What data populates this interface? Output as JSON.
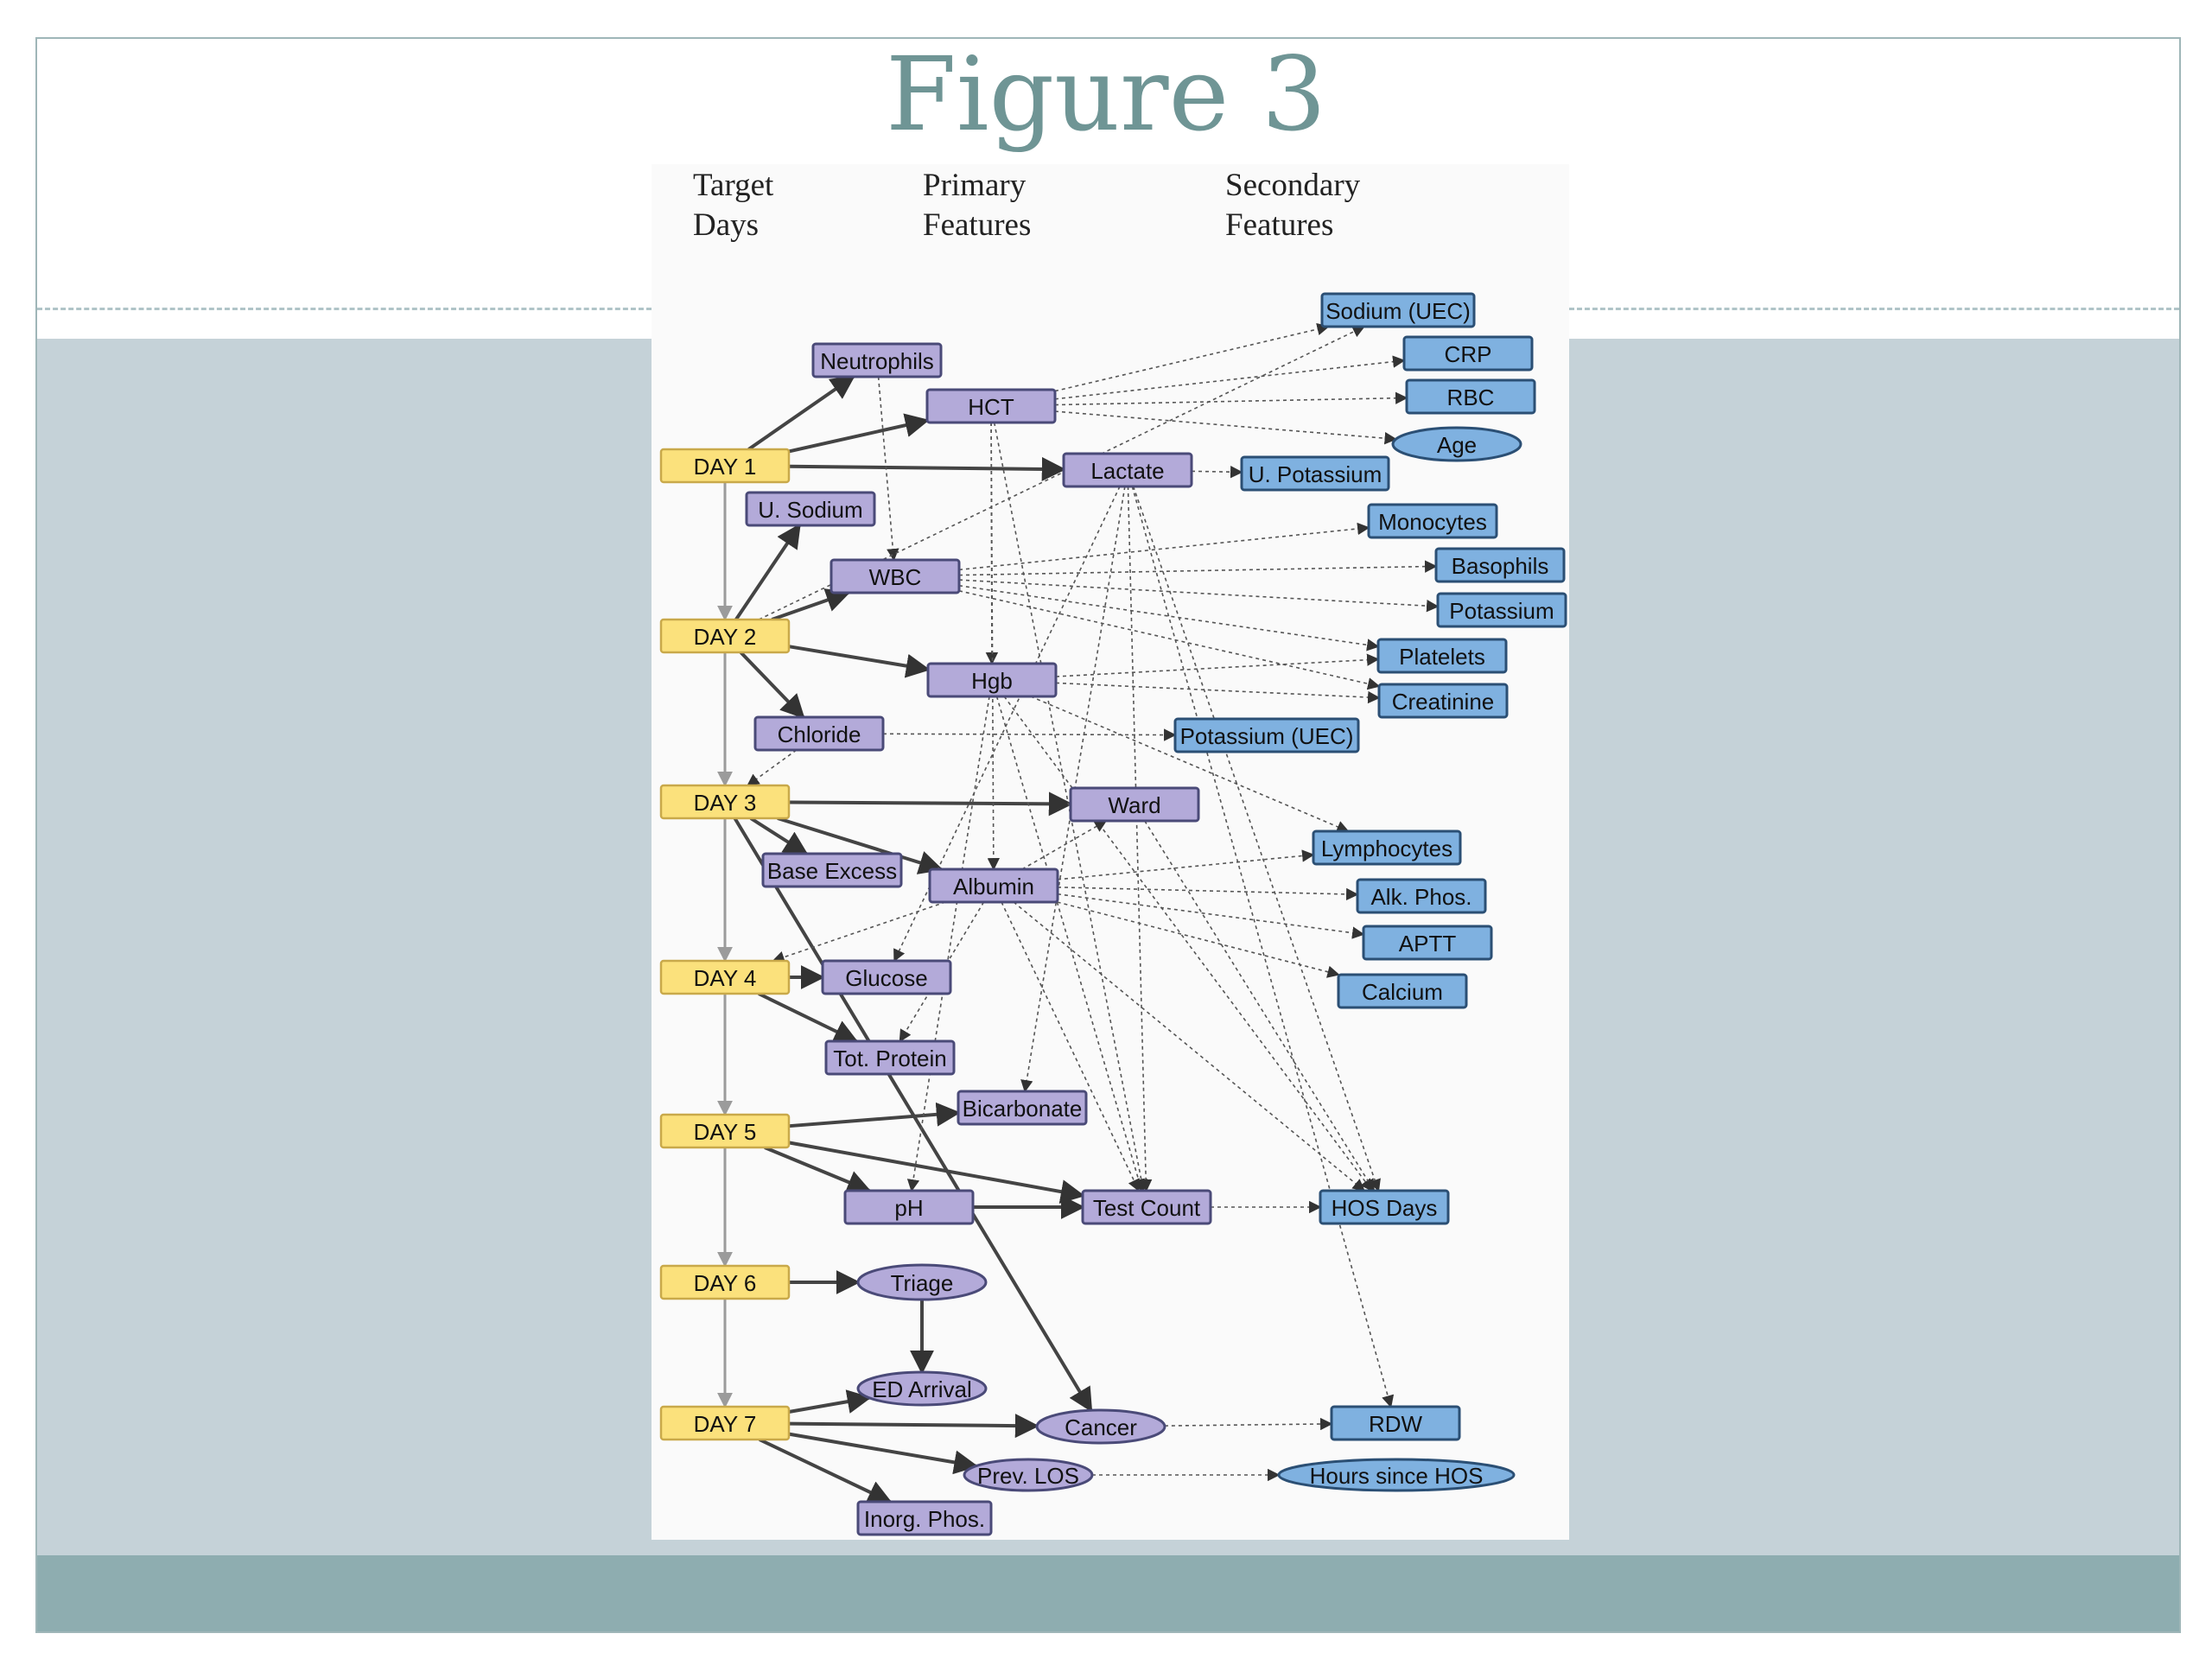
{
  "title": "Figure 3",
  "columns": {
    "target": [
      "Target",
      "Days"
    ],
    "primary": [
      "Primary",
      "Features"
    ],
    "secondary": [
      "Secondary",
      "Features"
    ]
  },
  "colors": {
    "day_fill": "#fbe17c",
    "primary_fill": "#b3aad9",
    "secondary_fill": "#7fb1e0",
    "title_color": "#6f9595"
  },
  "nodes": [
    {
      "id": "day1",
      "label": "DAY 1",
      "kind": "day",
      "shape": "rect"
    },
    {
      "id": "day2",
      "label": "DAY 2",
      "kind": "day",
      "shape": "rect"
    },
    {
      "id": "day3",
      "label": "DAY 3",
      "kind": "day",
      "shape": "rect"
    },
    {
      "id": "day4",
      "label": "DAY 4",
      "kind": "day",
      "shape": "rect"
    },
    {
      "id": "day5",
      "label": "DAY 5",
      "kind": "day",
      "shape": "rect"
    },
    {
      "id": "day6",
      "label": "DAY 6",
      "kind": "day",
      "shape": "rect"
    },
    {
      "id": "day7",
      "label": "DAY 7",
      "kind": "day",
      "shape": "rect"
    },
    {
      "id": "neutrophils",
      "label": "Neutrophils",
      "kind": "primary",
      "shape": "rect"
    },
    {
      "id": "hct",
      "label": "HCT",
      "kind": "primary",
      "shape": "rect"
    },
    {
      "id": "lactate",
      "label": "Lactate",
      "kind": "primary",
      "shape": "rect"
    },
    {
      "id": "usodium",
      "label": "U. Sodium",
      "kind": "primary",
      "shape": "rect"
    },
    {
      "id": "wbc",
      "label": "WBC",
      "kind": "primary",
      "shape": "rect"
    },
    {
      "id": "hgb",
      "label": "Hgb",
      "kind": "primary",
      "shape": "rect"
    },
    {
      "id": "chloride",
      "label": "Chloride",
      "kind": "primary",
      "shape": "rect"
    },
    {
      "id": "ward",
      "label": "Ward",
      "kind": "primary",
      "shape": "rect"
    },
    {
      "id": "baseexcess",
      "label": "Base Excess",
      "kind": "primary",
      "shape": "rect"
    },
    {
      "id": "albumin",
      "label": "Albumin",
      "kind": "primary",
      "shape": "rect"
    },
    {
      "id": "glucose",
      "label": "Glucose",
      "kind": "primary",
      "shape": "rect"
    },
    {
      "id": "totprotein",
      "label": "Tot. Protein",
      "kind": "primary",
      "shape": "rect"
    },
    {
      "id": "bicarbonate",
      "label": "Bicarbonate",
      "kind": "primary",
      "shape": "rect"
    },
    {
      "id": "ph",
      "label": "pH",
      "kind": "primary",
      "shape": "rect"
    },
    {
      "id": "testcount",
      "label": "Test Count",
      "kind": "primary",
      "shape": "rect"
    },
    {
      "id": "triage",
      "label": "Triage",
      "kind": "primary",
      "shape": "ellipse"
    },
    {
      "id": "edarrival",
      "label": "ED Arrival",
      "kind": "primary",
      "shape": "ellipse"
    },
    {
      "id": "cancer",
      "label": "Cancer",
      "kind": "primary",
      "shape": "ellipse"
    },
    {
      "id": "prevlos",
      "label": "Prev. LOS",
      "kind": "primary",
      "shape": "ellipse"
    },
    {
      "id": "inorgphos",
      "label": "Inorg. Phos.",
      "kind": "primary",
      "shape": "rect"
    },
    {
      "id": "sodiumuec",
      "label": "Sodium (UEC)",
      "kind": "secondary",
      "shape": "rect"
    },
    {
      "id": "crp",
      "label": "CRP",
      "kind": "secondary",
      "shape": "rect"
    },
    {
      "id": "rbc",
      "label": "RBC",
      "kind": "secondary",
      "shape": "rect"
    },
    {
      "id": "age",
      "label": "Age",
      "kind": "secondary",
      "shape": "ellipse"
    },
    {
      "id": "upotassium",
      "label": "U. Potassium",
      "kind": "secondary",
      "shape": "rect"
    },
    {
      "id": "monocytes",
      "label": "Monocytes",
      "kind": "secondary",
      "shape": "rect"
    },
    {
      "id": "basophils",
      "label": "Basophils",
      "kind": "secondary",
      "shape": "rect"
    },
    {
      "id": "potassium",
      "label": "Potassium",
      "kind": "secondary",
      "shape": "rect"
    },
    {
      "id": "platelets",
      "label": "Platelets",
      "kind": "secondary",
      "shape": "rect"
    },
    {
      "id": "creatinine",
      "label": "Creatinine",
      "kind": "secondary",
      "shape": "rect"
    },
    {
      "id": "potassiumuec",
      "label": "Potassium (UEC)",
      "kind": "secondary",
      "shape": "rect"
    },
    {
      "id": "lymphocytes",
      "label": "Lymphocytes",
      "kind": "secondary",
      "shape": "rect"
    },
    {
      "id": "alkphos",
      "label": "Alk. Phos.",
      "kind": "secondary",
      "shape": "rect"
    },
    {
      "id": "aptt",
      "label": "APTT",
      "kind": "secondary",
      "shape": "rect"
    },
    {
      "id": "calcium",
      "label": "Calcium",
      "kind": "secondary",
      "shape": "rect"
    },
    {
      "id": "hosdays",
      "label": "HOS Days",
      "kind": "secondary",
      "shape": "rect"
    },
    {
      "id": "rdw",
      "label": "RDW",
      "kind": "secondary",
      "shape": "rect"
    },
    {
      "id": "hourssincehos",
      "label": "Hours since HOS",
      "kind": "secondary",
      "shape": "ellipse"
    }
  ],
  "edges": [
    {
      "from": "day1",
      "to": "day2",
      "style": "day"
    },
    {
      "from": "day2",
      "to": "day3",
      "style": "day"
    },
    {
      "from": "day3",
      "to": "day4",
      "style": "day"
    },
    {
      "from": "day4",
      "to": "day5",
      "style": "day"
    },
    {
      "from": "day5",
      "to": "day6",
      "style": "day"
    },
    {
      "from": "day6",
      "to": "day7",
      "style": "day"
    },
    {
      "from": "day1",
      "to": "neutrophils",
      "style": "bold"
    },
    {
      "from": "day1",
      "to": "hct",
      "style": "bold"
    },
    {
      "from": "day1",
      "to": "lactate",
      "style": "bold"
    },
    {
      "from": "day2",
      "to": "usodium",
      "style": "bold"
    },
    {
      "from": "day2",
      "to": "wbc",
      "style": "bold"
    },
    {
      "from": "day2",
      "to": "hgb",
      "style": "bold"
    },
    {
      "from": "day2",
      "to": "chloride",
      "style": "bold"
    },
    {
      "from": "day3",
      "to": "ward",
      "style": "bold"
    },
    {
      "from": "day3",
      "to": "baseexcess",
      "style": "bold"
    },
    {
      "from": "day3",
      "to": "albumin",
      "style": "bold"
    },
    {
      "from": "day3",
      "to": "cancer",
      "style": "bold"
    },
    {
      "from": "day4",
      "to": "glucose",
      "style": "bold"
    },
    {
      "from": "day4",
      "to": "totprotein",
      "style": "bold"
    },
    {
      "from": "day5",
      "to": "bicarbonate",
      "style": "bold"
    },
    {
      "from": "day5",
      "to": "ph",
      "style": "bold"
    },
    {
      "from": "day5",
      "to": "testcount",
      "style": "bold"
    },
    {
      "from": "ph",
      "to": "testcount",
      "style": "bold"
    },
    {
      "from": "day6",
      "to": "triage",
      "style": "bold"
    },
    {
      "from": "triage",
      "to": "edarrival",
      "style": "bold"
    },
    {
      "from": "day7",
      "to": "edarrival",
      "style": "bold"
    },
    {
      "from": "day7",
      "to": "cancer",
      "style": "bold"
    },
    {
      "from": "day7",
      "to": "prevlos",
      "style": "bold"
    },
    {
      "from": "day7",
      "to": "inorgphos",
      "style": "bold"
    },
    {
      "from": "lactate",
      "to": "upotassium",
      "style": "dot"
    },
    {
      "from": "hct",
      "to": "sodiumuec",
      "style": "dot"
    },
    {
      "from": "hct",
      "to": "crp",
      "style": "dot"
    },
    {
      "from": "hct",
      "to": "rbc",
      "style": "dot"
    },
    {
      "from": "hct",
      "to": "age",
      "style": "dot"
    },
    {
      "from": "hct",
      "to": "hgb",
      "style": "dot"
    },
    {
      "from": "hct",
      "to": "albumin",
      "style": "dot"
    },
    {
      "from": "hct",
      "to": "testcount",
      "style": "dot"
    },
    {
      "from": "neutrophils",
      "to": "wbc",
      "style": "dot"
    },
    {
      "from": "wbc",
      "to": "monocytes",
      "style": "dot"
    },
    {
      "from": "wbc",
      "to": "basophils",
      "style": "dot"
    },
    {
      "from": "wbc",
      "to": "potassium",
      "style": "dot"
    },
    {
      "from": "wbc",
      "to": "platelets",
      "style": "dot"
    },
    {
      "from": "wbc",
      "to": "creatinine",
      "style": "dot"
    },
    {
      "from": "hgb",
      "to": "platelets",
      "style": "dot"
    },
    {
      "from": "hgb",
      "to": "creatinine",
      "style": "dot"
    },
    {
      "from": "hgb",
      "to": "lymphocytes",
      "style": "dot"
    },
    {
      "from": "hgb",
      "to": "hosdays",
      "style": "dot"
    },
    {
      "from": "hgb",
      "to": "ph",
      "style": "dot"
    },
    {
      "from": "hgb",
      "to": "testcount",
      "style": "dot"
    },
    {
      "from": "chloride",
      "to": "potassiumuec",
      "style": "dot"
    },
    {
      "from": "chloride",
      "to": "day3",
      "style": "dot"
    },
    {
      "from": "day2",
      "to": "sodiumuec",
      "style": "dot"
    },
    {
      "from": "lactate",
      "to": "testcount",
      "style": "dot"
    },
    {
      "from": "lactate",
      "to": "hosdays",
      "style": "dot"
    },
    {
      "from": "lactate",
      "to": "glucose",
      "style": "dot"
    },
    {
      "from": "lactate",
      "to": "bicarbonate",
      "style": "dot"
    },
    {
      "from": "lactate",
      "to": "rdw",
      "style": "dot"
    },
    {
      "from": "albumin",
      "to": "ward",
      "style": "dot"
    },
    {
      "from": "albumin",
      "to": "lymphocytes",
      "style": "dot"
    },
    {
      "from": "albumin",
      "to": "alkphos",
      "style": "dot"
    },
    {
      "from": "albumin",
      "to": "aptt",
      "style": "dot"
    },
    {
      "from": "albumin",
      "to": "calcium",
      "style": "dot"
    },
    {
      "from": "albumin",
      "to": "hosdays",
      "style": "dot"
    },
    {
      "from": "albumin",
      "to": "totprotein",
      "style": "dot"
    },
    {
      "from": "albumin",
      "to": "testcount",
      "style": "dot"
    },
    {
      "from": "albumin",
      "to": "day4",
      "style": "dot"
    },
    {
      "from": "ward",
      "to": "hosdays",
      "style": "dot"
    },
    {
      "from": "testcount",
      "to": "hosdays",
      "style": "dot"
    },
    {
      "from": "cancer",
      "to": "rdw",
      "style": "dot"
    },
    {
      "from": "prevlos",
      "to": "hourssincehos",
      "style": "dot"
    }
  ]
}
